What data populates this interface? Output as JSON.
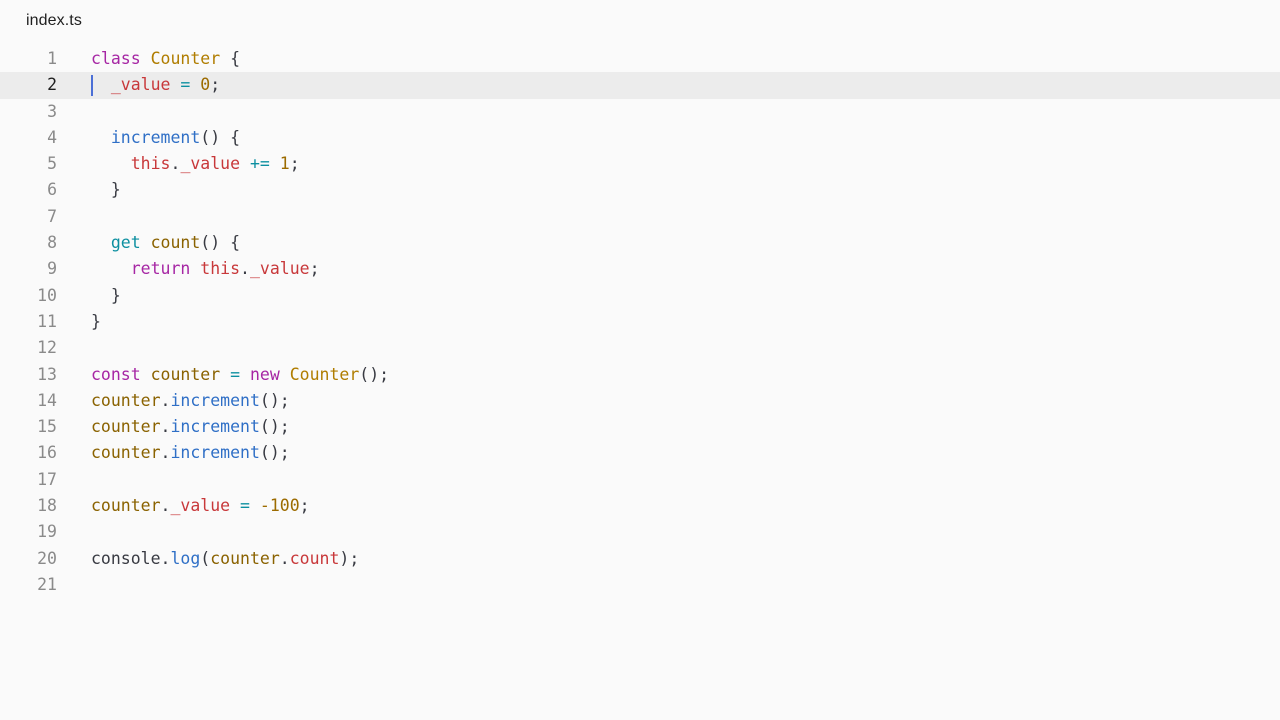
{
  "tab": {
    "title": "index.ts"
  },
  "editor": {
    "active_line": 2,
    "lines": [
      {
        "number": "1",
        "tokens": [
          {
            "text": "class",
            "type": "keyword"
          },
          {
            "text": " ",
            "type": "plain"
          },
          {
            "text": "Counter",
            "type": "class-name"
          },
          {
            "text": " {",
            "type": "punct"
          }
        ]
      },
      {
        "number": "2",
        "tokens": [
          {
            "text": "  ",
            "type": "plain"
          },
          {
            "text": "_value",
            "type": "property"
          },
          {
            "text": " ",
            "type": "plain"
          },
          {
            "text": "=",
            "type": "operator"
          },
          {
            "text": " ",
            "type": "plain"
          },
          {
            "text": "0",
            "type": "number"
          },
          {
            "text": ";",
            "type": "punct"
          }
        ]
      },
      {
        "number": "3",
        "tokens": []
      },
      {
        "number": "4",
        "tokens": [
          {
            "text": "  ",
            "type": "plain"
          },
          {
            "text": "increment",
            "type": "method"
          },
          {
            "text": "() {",
            "type": "punct"
          }
        ]
      },
      {
        "number": "5",
        "tokens": [
          {
            "text": "    ",
            "type": "plain"
          },
          {
            "text": "this",
            "type": "this"
          },
          {
            "text": ".",
            "type": "punct"
          },
          {
            "text": "_value",
            "type": "property"
          },
          {
            "text": " ",
            "type": "plain"
          },
          {
            "text": "+=",
            "type": "operator"
          },
          {
            "text": " ",
            "type": "plain"
          },
          {
            "text": "1",
            "type": "number"
          },
          {
            "text": ";",
            "type": "punct"
          }
        ]
      },
      {
        "number": "6",
        "tokens": [
          {
            "text": "  }",
            "type": "punct"
          }
        ]
      },
      {
        "number": "7",
        "tokens": []
      },
      {
        "number": "8",
        "tokens": [
          {
            "text": "  ",
            "type": "plain"
          },
          {
            "text": "get",
            "type": "operator"
          },
          {
            "text": " ",
            "type": "plain"
          },
          {
            "text": "count",
            "type": "variable"
          },
          {
            "text": "() {",
            "type": "punct"
          }
        ]
      },
      {
        "number": "9",
        "tokens": [
          {
            "text": "    ",
            "type": "plain"
          },
          {
            "text": "return",
            "type": "keyword"
          },
          {
            "text": " ",
            "type": "plain"
          },
          {
            "text": "this",
            "type": "this"
          },
          {
            "text": ".",
            "type": "punct"
          },
          {
            "text": "_value",
            "type": "property"
          },
          {
            "text": ";",
            "type": "punct"
          }
        ]
      },
      {
        "number": "10",
        "tokens": [
          {
            "text": "  }",
            "type": "punct"
          }
        ]
      },
      {
        "number": "11",
        "tokens": [
          {
            "text": "}",
            "type": "punct"
          }
        ]
      },
      {
        "number": "12",
        "tokens": []
      },
      {
        "number": "13",
        "tokens": [
          {
            "text": "const",
            "type": "keyword"
          },
          {
            "text": " ",
            "type": "plain"
          },
          {
            "text": "counter",
            "type": "variable"
          },
          {
            "text": " ",
            "type": "plain"
          },
          {
            "text": "=",
            "type": "operator"
          },
          {
            "text": " ",
            "type": "plain"
          },
          {
            "text": "new",
            "type": "keyword"
          },
          {
            "text": " ",
            "type": "plain"
          },
          {
            "text": "Counter",
            "type": "class-name"
          },
          {
            "text": "();",
            "type": "punct"
          }
        ]
      },
      {
        "number": "14",
        "tokens": [
          {
            "text": "counter",
            "type": "variable"
          },
          {
            "text": ".",
            "type": "punct"
          },
          {
            "text": "increment",
            "type": "method"
          },
          {
            "text": "();",
            "type": "punct"
          }
        ]
      },
      {
        "number": "15",
        "tokens": [
          {
            "text": "counter",
            "type": "variable"
          },
          {
            "text": ".",
            "type": "punct"
          },
          {
            "text": "increment",
            "type": "method"
          },
          {
            "text": "();",
            "type": "punct"
          }
        ]
      },
      {
        "number": "16",
        "tokens": [
          {
            "text": "counter",
            "type": "variable"
          },
          {
            "text": ".",
            "type": "punct"
          },
          {
            "text": "increment",
            "type": "method"
          },
          {
            "text": "();",
            "type": "punct"
          }
        ]
      },
      {
        "number": "17",
        "tokens": []
      },
      {
        "number": "18",
        "tokens": [
          {
            "text": "counter",
            "type": "variable"
          },
          {
            "text": ".",
            "type": "punct"
          },
          {
            "text": "_value",
            "type": "property"
          },
          {
            "text": " ",
            "type": "plain"
          },
          {
            "text": "=",
            "type": "operator"
          },
          {
            "text": " ",
            "type": "plain"
          },
          {
            "text": "-100",
            "type": "number"
          },
          {
            "text": ";",
            "type": "punct"
          }
        ]
      },
      {
        "number": "19",
        "tokens": []
      },
      {
        "number": "20",
        "tokens": [
          {
            "text": "console",
            "type": "plain"
          },
          {
            "text": ".",
            "type": "punct"
          },
          {
            "text": "log",
            "type": "method"
          },
          {
            "text": "(",
            "type": "punct"
          },
          {
            "text": "counter",
            "type": "variable"
          },
          {
            "text": ".",
            "type": "punct"
          },
          {
            "text": "count",
            "type": "property"
          },
          {
            "text": ");",
            "type": "punct"
          }
        ]
      },
      {
        "number": "21",
        "tokens": []
      }
    ]
  },
  "colors": {
    "background": "#fafafa",
    "active_line": "#ececec",
    "cursor": "#4b6fd6",
    "keyword": "#a626a4",
    "class_name": "#b07d00",
    "property": "#c8383a",
    "method": "#2f6fc6",
    "operator": "#0c8fa0"
  }
}
